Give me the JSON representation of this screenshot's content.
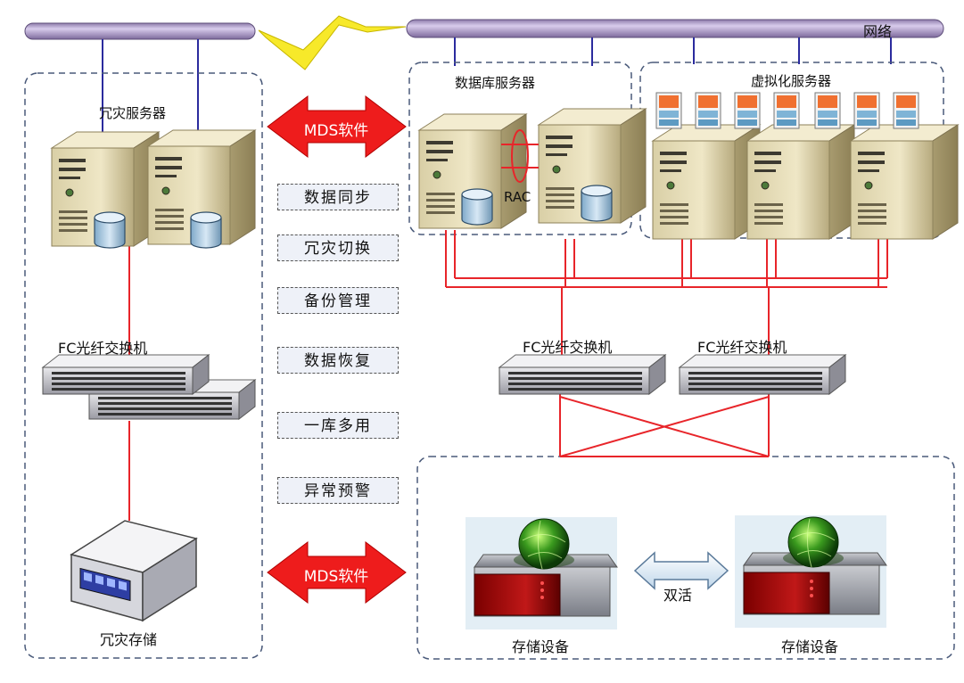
{
  "network": {
    "label": "网络"
  },
  "dr_site": {
    "servers_label": "冗灾服务器",
    "switch_label": "FC光纤交换机",
    "storage_label": "冗灾存储"
  },
  "prod_site": {
    "db_servers_label": "数据库服务器",
    "rac_label": "RAC",
    "virt_servers_label": "虚拟化服务器",
    "switch_labels": [
      "FC光纤交换机",
      "FC光纤交换机"
    ],
    "storage_labels": [
      "存储设备",
      "存储设备"
    ],
    "active_active_label": "双活"
  },
  "mds_top": {
    "label": "MDS软件"
  },
  "mds_bottom": {
    "label": "MDS软件"
  },
  "features": [
    "数据同步",
    "冗灾切换",
    "备份管理",
    "数据恢复",
    "一库多用",
    "异常预警"
  ],
  "colors": {
    "pipe": "#b6a6d4",
    "link_red": "#e8252a",
    "arrow_red": "#ee1c1c",
    "link_blue": "#2b2b9e",
    "dashed_border": "#4a5a7a"
  }
}
